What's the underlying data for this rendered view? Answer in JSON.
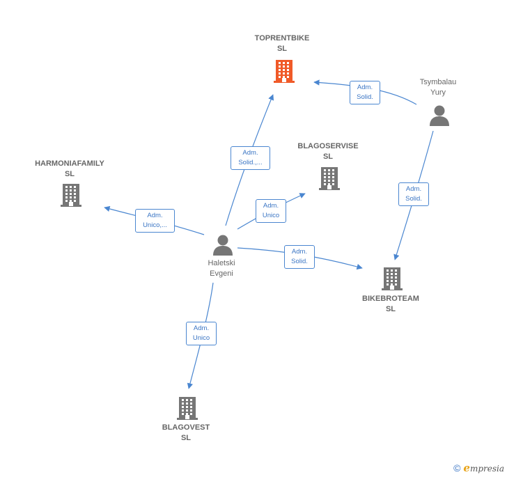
{
  "nodes": {
    "toprentbike": {
      "type": "company",
      "highlight": true,
      "line1": "TOPRENTBIKE",
      "line2": "SL"
    },
    "harmoniafamily": {
      "type": "company",
      "line1": "HARMONIAFAMILY",
      "line2": "SL"
    },
    "blagoservise": {
      "type": "company",
      "line1": "BLAGOSERVISE",
      "line2": "SL"
    },
    "bikebroteam": {
      "type": "company",
      "line1": "BIKEBROTEAM",
      "line2": "SL"
    },
    "blagovest": {
      "type": "company",
      "line1": "BLAGOVEST",
      "line2": "SL"
    },
    "haletski": {
      "type": "person",
      "line1": "Haletski",
      "line2": "Evgeni"
    },
    "tsymbalau": {
      "type": "person",
      "line1": "Tsymbalau",
      "line2": "Yury"
    }
  },
  "edges": {
    "tsym_toprent": {
      "from": "tsymbalau",
      "to": "toprentbike",
      "line1": "Adm.",
      "line2": "Solid."
    },
    "tsym_bikebro": {
      "from": "tsymbalau",
      "to": "bikebroteam",
      "line1": "Adm.",
      "line2": "Solid."
    },
    "hal_toprent": {
      "from": "haletski",
      "to": "toprentbike",
      "line1": "Adm.",
      "line2": "Solid.,..."
    },
    "hal_harmonia": {
      "from": "haletski",
      "to": "harmoniafamily",
      "line1": "Adm.",
      "line2": "Unico,..."
    },
    "hal_blagoserv": {
      "from": "haletski",
      "to": "blagoservise",
      "line1": "Adm.",
      "line2": "Unico"
    },
    "hal_bikebro": {
      "from": "haletski",
      "to": "bikebroteam",
      "line1": "Adm.",
      "line2": "Solid."
    },
    "hal_blagovest": {
      "from": "haletski",
      "to": "blagovest",
      "line1": "Adm.",
      "line2": "Unico"
    }
  },
  "colors": {
    "edge": "#4a86d0",
    "company": "#767676",
    "company_highlight": "#f05a28",
    "person": "#767676"
  },
  "icons": {
    "company": "building-icon",
    "person": "person-icon"
  },
  "footer": {
    "copyright": "©",
    "brand_initial": "e",
    "brand_rest": "mpresia"
  }
}
